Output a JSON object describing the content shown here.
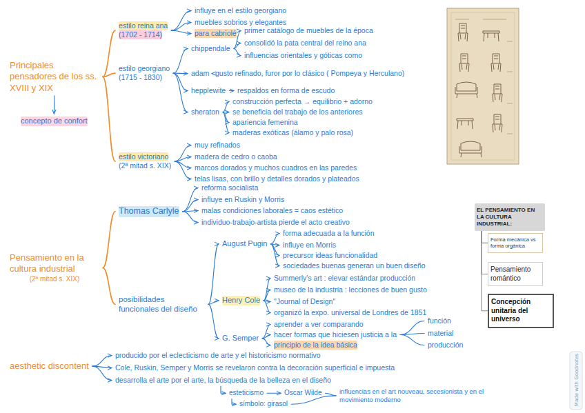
{
  "diagram": {
    "nodes": [
      {
        "text": [
          "Principales pensadores de los ss. XVIII y XIX"
        ]
      },
      {
        "text": [
          "concepto de confort"
        ]
      },
      {
        "text": [
          "estilo reina ana",
          "(1702 - 1714)"
        ]
      },
      {
        "text": [
          "influye en el estilo georgiano"
        ]
      },
      {
        "text": [
          "muebles sobrios y elegantes"
        ]
      },
      {
        "text": [
          "para cabriolé"
        ]
      },
      {
        "text": [
          "estilo georgiano",
          "(1715 - 1830)"
        ]
      },
      {
        "text": [
          "chippendale"
        ]
      },
      {
        "text": [
          "primer catálogo de muebles de la época"
        ]
      },
      {
        "text": [
          "consolidó la pata central del reino ana"
        ]
      },
      {
        "text": [
          "influencias orientales y góticas como"
        ]
      },
      {
        "text": [
          "adam"
        ]
      },
      {
        "text": [
          "gusto refinado, furor por lo clásico ( Pompeya y Herculano)"
        ]
      },
      {
        "text": [
          "hepplewite"
        ]
      },
      {
        "text": [
          "respaldos en forma de escudo"
        ]
      },
      {
        "text": [
          "sheraton"
        ]
      },
      {
        "text": [
          "construcción perfecta → equilibrio + adorno"
        ]
      },
      {
        "text": [
          "se beneficia del trabajo de los anteriores"
        ]
      },
      {
        "text": [
          "apariencia femenina"
        ]
      },
      {
        "text": [
          "maderas exóticas (álamo y palo rosa)"
        ]
      },
      {
        "text": [
          "estilo victoriano",
          "(2ª mitad s. XIX)"
        ]
      },
      {
        "text": [
          "muy refinados"
        ]
      },
      {
        "text": [
          "madera de cedro o caoba"
        ]
      },
      {
        "text": [
          "marcos dorados y muchos cuadros en las paredes"
        ]
      },
      {
        "text": [
          "telas lisas, con brillo y detalles dorados y plateados"
        ]
      },
      {
        "text": [
          "Pensamiento en la cultura industrial",
          "(2ª mitad s. XIX)"
        ]
      },
      {
        "text": [
          "Thomas Carlyle"
        ]
      },
      {
        "text": [
          "reforma socialista"
        ]
      },
      {
        "text": [
          "influye en Ruskin y Morris"
        ]
      },
      {
        "text": [
          "malas condiciones laborales = caos estético"
        ]
      },
      {
        "text": [
          "individuo-trabajo-artista pierde el acto creativo"
        ]
      },
      {
        "text": [
          "posibilidades funcionales del diseño"
        ]
      },
      {
        "text": [
          "August Pugin"
        ]
      },
      {
        "text": [
          "forma adecuada a la función"
        ]
      },
      {
        "text": [
          "influye en Morris"
        ]
      },
      {
        "text": [
          "precursor ideas funcionalidad"
        ]
      },
      {
        "text": [
          "sociedades buenas generan un buen diseño"
        ]
      },
      {
        "text": [
          "Henry Cole"
        ]
      },
      {
        "text": [
          "Summerly's art : elevar estándar producción"
        ]
      },
      {
        "text": [
          "museo de la industria : lecciones de buen gusto"
        ]
      },
      {
        "text": [
          "\"Journal of Design\""
        ]
      },
      {
        "text": [
          "organizó la expo. universal de Londres de 1851"
        ]
      },
      {
        "text": [
          "G. Semper"
        ]
      },
      {
        "text": [
          "aprender a ver comparando"
        ]
      },
      {
        "text": [
          "hacer formas que hiciesen justicia a la"
        ]
      },
      {
        "text": [
          "principio de la idea básica"
        ]
      },
      {
        "text": [
          "función"
        ]
      },
      {
        "text": [
          "material"
        ]
      },
      {
        "text": [
          "producción"
        ]
      },
      {
        "text": [
          "aesthetic discontent"
        ]
      },
      {
        "text": [
          "producido por el eclecticismo de arte y el historicismo normativo"
        ]
      },
      {
        "text": [
          "Cole, Ruskin, Semper y Morris se revelaron contra la decoración superficial e impuesta"
        ]
      },
      {
        "text": [
          "desarrolla el arte por el arte, la búsqueda de la belleza en el diseño"
        ]
      },
      {
        "text": [
          "esteticismo"
        ]
      },
      {
        "text": [
          "Oscar Wilde"
        ]
      },
      {
        "text": [
          "símbolo: girasol"
        ]
      },
      {
        "text": [
          "influencias en el art nouveau, secesionista y en el movimiento moderno"
        ]
      },
      {
        "text": [
          "EL PENSAMIENTO EN LA CULTURA INDUSTRIAL:"
        ]
      },
      {
        "text": [
          "Forma mecánica vs forma orgánica"
        ]
      },
      {
        "text": [
          "Pensamiento romántico"
        ]
      },
      {
        "text": [
          "Concepción unitaria del universo"
        ]
      }
    ],
    "edges": [
      {
        "from": 0,
        "to": 1,
        "arrow": "to"
      },
      {
        "from": 0,
        "to": 2,
        "arrow": "none"
      },
      {
        "from": 0,
        "to": 6,
        "arrow": "none"
      },
      {
        "from": 0,
        "to": 20,
        "arrow": "none"
      },
      {
        "from": 2,
        "to": 3,
        "arrow": "to"
      },
      {
        "from": 2,
        "to": 4,
        "arrow": "to"
      },
      {
        "from": 2,
        "to": 5,
        "arrow": "to"
      },
      {
        "from": 6,
        "to": 7,
        "arrow": "to"
      },
      {
        "from": 6,
        "to": 11,
        "arrow": "to"
      },
      {
        "from": 6,
        "to": 13,
        "arrow": "to"
      },
      {
        "from": 6,
        "to": 15,
        "arrow": "to"
      },
      {
        "from": 7,
        "to": 8,
        "arrow": "to"
      },
      {
        "from": 7,
        "to": 9,
        "arrow": "to"
      },
      {
        "from": 7,
        "to": 10,
        "arrow": "to"
      },
      {
        "from": 11,
        "to": 12,
        "arrow": "to"
      },
      {
        "from": 13,
        "to": 14,
        "arrow": "to"
      },
      {
        "from": 15,
        "to": 16,
        "arrow": "to"
      },
      {
        "from": 15,
        "to": 17,
        "arrow": "to"
      },
      {
        "from": 15,
        "to": 18,
        "arrow": "to"
      },
      {
        "from": 15,
        "to": 19,
        "arrow": "to"
      },
      {
        "from": 20,
        "to": 21,
        "arrow": "to"
      },
      {
        "from": 20,
        "to": 22,
        "arrow": "to"
      },
      {
        "from": 20,
        "to": 23,
        "arrow": "to"
      },
      {
        "from": 20,
        "to": 24,
        "arrow": "to"
      },
      {
        "from": 25,
        "to": 26,
        "arrow": "none"
      },
      {
        "from": 25,
        "to": 31,
        "arrow": "none"
      },
      {
        "from": 26,
        "to": 27,
        "arrow": "to"
      },
      {
        "from": 26,
        "to": 28,
        "arrow": "to"
      },
      {
        "from": 26,
        "to": 29,
        "arrow": "to"
      },
      {
        "from": 26,
        "to": 30,
        "arrow": "to"
      },
      {
        "from": 31,
        "to": 32,
        "arrow": "to"
      },
      {
        "from": 31,
        "to": 37,
        "arrow": "to"
      },
      {
        "from": 31,
        "to": 42,
        "arrow": "to"
      },
      {
        "from": 32,
        "to": 33,
        "arrow": "to"
      },
      {
        "from": 32,
        "to": 34,
        "arrow": "to"
      },
      {
        "from": 32,
        "to": 35,
        "arrow": "to"
      },
      {
        "from": 32,
        "to": 36,
        "arrow": "to"
      },
      {
        "from": 37,
        "to": 38,
        "arrow": "to"
      },
      {
        "from": 37,
        "to": 39,
        "arrow": "to"
      },
      {
        "from": 37,
        "to": 40,
        "arrow": "to"
      },
      {
        "from": 37,
        "to": 41,
        "arrow": "to"
      },
      {
        "from": 42,
        "to": 43,
        "arrow": "to"
      },
      {
        "from": 42,
        "to": 44,
        "arrow": "to"
      },
      {
        "from": 42,
        "to": 45,
        "arrow": "to"
      },
      {
        "from": 44,
        "to": 46,
        "arrow": "none"
      },
      {
        "from": 44,
        "to": 47,
        "arrow": "none"
      },
      {
        "from": 44,
        "to": 48,
        "arrow": "none"
      },
      {
        "from": 49,
        "to": 50,
        "arrow": "to"
      },
      {
        "from": 49,
        "to": 51,
        "arrow": "to"
      },
      {
        "from": 49,
        "to": 52,
        "arrow": "to"
      },
      {
        "from": 52,
        "to": 53,
        "arrow": "to"
      },
      {
        "from": 53,
        "to": 54,
        "arrow": "to"
      },
      {
        "from": 53,
        "to": 55,
        "arrow": "to"
      },
      {
        "from": 54,
        "to": 56,
        "arrow": "none"
      },
      {
        "from": 55,
        "to": 56,
        "arrow": "none"
      },
      {
        "from": 57,
        "to": 58,
        "arrow": "none"
      },
      {
        "from": 57,
        "to": 59,
        "arrow": "none"
      },
      {
        "from": 57,
        "to": 60,
        "arrow": "none"
      }
    ],
    "labels": [
      "Made with Goodnotes"
    ]
  }
}
